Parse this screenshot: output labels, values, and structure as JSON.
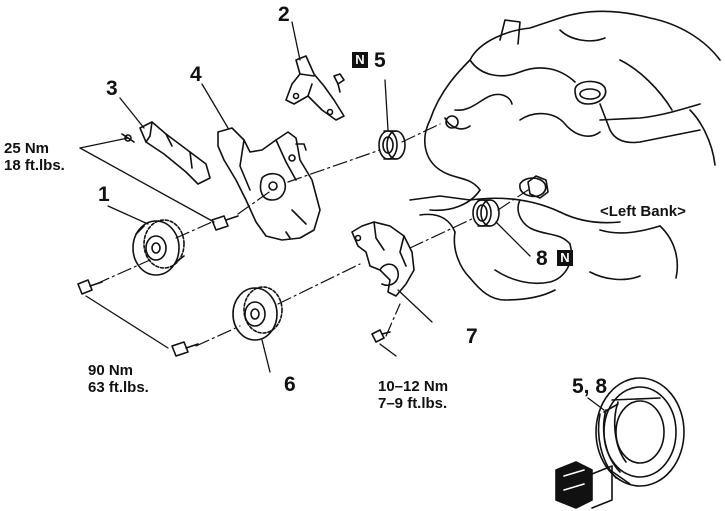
{
  "callouts": {
    "part1": "1",
    "part2": "2",
    "part3": "3",
    "part4": "4",
    "part5": "5",
    "part6": "6",
    "part7": "7",
    "part8": "8",
    "detail": "5, 8"
  },
  "badges": {
    "new_part_5": "N",
    "new_part_8": "N"
  },
  "torques": {
    "upper_bolts": {
      "metric": "25 Nm",
      "imperial": "18 ft.lbs."
    },
    "sprocket_bolts": {
      "metric": "90 Nm",
      "imperial": "63 ft.lbs."
    },
    "cover_bolt": {
      "metric": "10–12 Nm",
      "imperial": "7–9 ft.lbs."
    }
  },
  "bank_label": "<Left Bank>",
  "colors": {
    "ink": "#111111",
    "paper": "#ffffff"
  }
}
